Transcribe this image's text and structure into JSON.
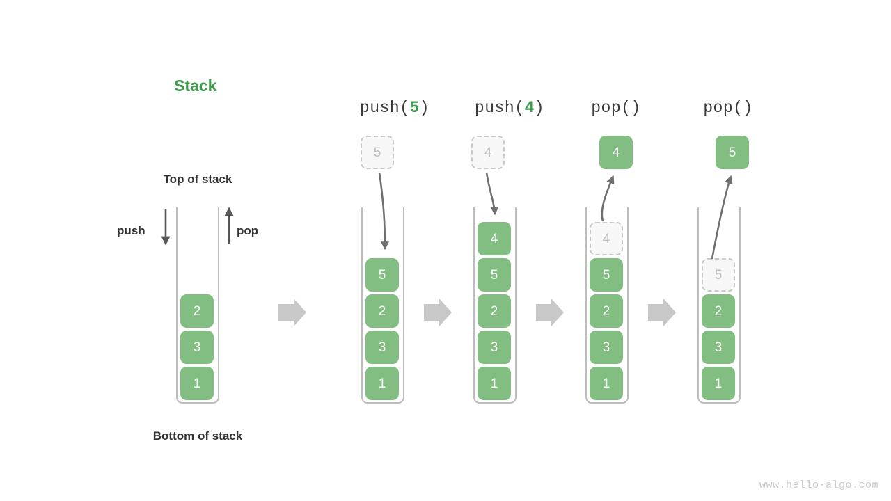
{
  "title": "Stack",
  "labels": {
    "top_of_stack": "Top of stack",
    "bottom_of_stack": "Bottom of stack",
    "push": "push",
    "pop": "pop"
  },
  "watermark": "www.hello-algo.com",
  "colors": {
    "accent_green": "#3f9b4e",
    "cell_green": "#82be82",
    "ghost_fill": "#f7f7f7",
    "ghost_border": "#c8c8c8",
    "ghost_text": "#bdbdbd",
    "container_border": "#bdbdbd",
    "arrow_gray": "#555555",
    "flow_arrow": "#c8c8c8",
    "text_dark": "#333333"
  },
  "columns": [
    {
      "id": "initial",
      "header": null,
      "header_prefix": null,
      "header_arg": null,
      "header_suffix": null,
      "floating": null,
      "cells": [
        {
          "value": "2",
          "state": "solid"
        },
        {
          "value": "3",
          "state": "solid"
        },
        {
          "value": "1",
          "state": "solid"
        }
      ]
    },
    {
      "id": "push-5",
      "header_prefix": "push(",
      "header_arg": "5",
      "header_suffix": ")",
      "floating": {
        "value": "5",
        "state": "ghost",
        "direction": "in"
      },
      "cells": [
        {
          "value": "5",
          "state": "solid"
        },
        {
          "value": "2",
          "state": "solid"
        },
        {
          "value": "3",
          "state": "solid"
        },
        {
          "value": "1",
          "state": "solid"
        }
      ]
    },
    {
      "id": "push-4",
      "header_prefix": "push(",
      "header_arg": "4",
      "header_suffix": ")",
      "floating": {
        "value": "4",
        "state": "ghost",
        "direction": "in"
      },
      "cells": [
        {
          "value": "4",
          "state": "solid"
        },
        {
          "value": "5",
          "state": "solid"
        },
        {
          "value": "2",
          "state": "solid"
        },
        {
          "value": "3",
          "state": "solid"
        },
        {
          "value": "1",
          "state": "solid"
        }
      ]
    },
    {
      "id": "pop-1",
      "header_prefix": "pop(",
      "header_arg": "",
      "header_suffix": ")",
      "floating": {
        "value": "4",
        "state": "solid",
        "direction": "out"
      },
      "cells": [
        {
          "value": "4",
          "state": "ghost"
        },
        {
          "value": "5",
          "state": "solid"
        },
        {
          "value": "2",
          "state": "solid"
        },
        {
          "value": "3",
          "state": "solid"
        },
        {
          "value": "1",
          "state": "solid"
        }
      ]
    },
    {
      "id": "pop-2",
      "header_prefix": "pop(",
      "header_arg": "",
      "header_suffix": ")",
      "floating": {
        "value": "5",
        "state": "solid",
        "direction": "out"
      },
      "cells": [
        {
          "value": "5",
          "state": "ghost"
        },
        {
          "value": "2",
          "state": "solid"
        },
        {
          "value": "3",
          "state": "solid"
        },
        {
          "value": "1",
          "state": "solid"
        }
      ]
    }
  ]
}
